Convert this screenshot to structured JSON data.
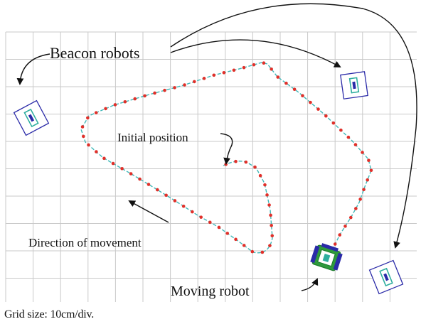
{
  "labels": {
    "beacon_robots": "Beacon robots",
    "initial_position": "Initial position",
    "direction_of_movement": "Direction of movement",
    "moving_robot": "Moving robot"
  },
  "caption": "Grid size: 10cm/div.",
  "colors": {
    "grid": "#c9c9c9",
    "path": "#3fb8b8",
    "samples": "#e0302a",
    "beacon_outline": "#2a2aa8",
    "beacon_inner": "#2fae9f",
    "moving_robot_body": "#1a7a2a",
    "annotation": "#111111"
  },
  "icons": [
    "beacon-robot-icon",
    "moving-robot-icon",
    "arrow-icon"
  ]
}
